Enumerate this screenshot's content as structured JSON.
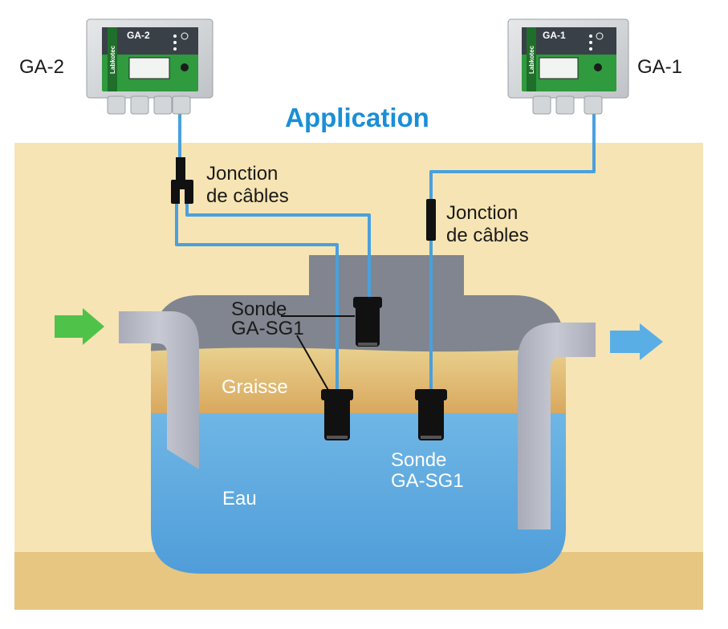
{
  "title": "Application",
  "controllers": {
    "left": {
      "label": "GA-2",
      "panel_name": "GA-2",
      "brand": "Labkotec"
    },
    "right": {
      "label": "GA-1",
      "panel_name": "GA-1",
      "brand": "Labkotec"
    }
  },
  "junctions": {
    "left": {
      "line1": "Jonction",
      "line2": "de câbles"
    },
    "right": {
      "line1": "Jonction",
      "line2": "de câbles"
    }
  },
  "probes": {
    "upper": {
      "line1": "Sonde",
      "line2": "GA-SG1"
    },
    "lower": {
      "line1": "Sonde",
      "line2": "GA-SG1"
    }
  },
  "layers": {
    "grease": "Graisse",
    "water": "Eau"
  },
  "colors": {
    "ground": "#f6e4b4",
    "ground_bottom": "#e7c682",
    "title": "#1a8fd6",
    "cable": "#4aa0dc",
    "tank_top": "#80858f",
    "grease": "#dfb96a",
    "water": "#6fb8e6",
    "pipe": "#b8bbc6",
    "inlet_arrow": "#4fc24a",
    "outlet_arrow": "#5aaee6",
    "panel_green": "#2f9a3e"
  }
}
